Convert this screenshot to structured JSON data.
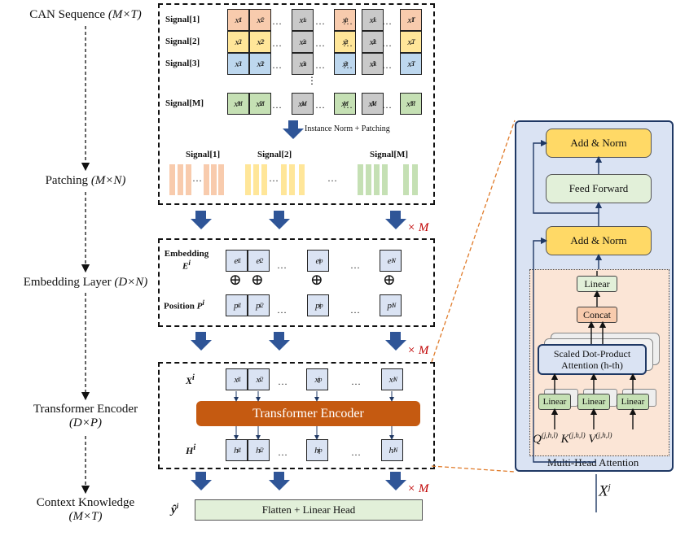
{
  "stages": {
    "can_seq": {
      "text": "CAN Sequence ",
      "dim": "(M×T)"
    },
    "patching": {
      "text": "Patching ",
      "dim": "(M×N)"
    },
    "embedding": {
      "text": "Embedding Layer ",
      "dim": "(D×N)"
    },
    "transformer": {
      "text": "Transformer Encoder",
      "dim": "(D×P)"
    },
    "context": {
      "text": "Context Knowledge",
      "dim": "(M×T)"
    }
  },
  "can_block": {
    "signal_labels": [
      "Signal[1]",
      "Signal[2]",
      "Signal[3]",
      "Signal[M]"
    ],
    "colors": {
      "orange": "#f8cbad",
      "yellow": "#ffe699",
      "blue": "#bdd7ee",
      "gray": "#c9c9c9",
      "green": "#c5e0b4"
    },
    "rows": [
      {
        "cells": [
          "x11",
          "x21",
          "xu1",
          "xt1",
          "xk1",
          "xT1"
        ]
      },
      {
        "cells": [
          "x12",
          "x22",
          "xu2",
          "xt2",
          "xk2",
          "xT2"
        ]
      },
      {
        "cells": [
          "x13",
          "x23",
          "xu3",
          "xt3",
          "xk3",
          "xT3"
        ]
      },
      {
        "cells": [
          "x1M",
          "x2M",
          "xuM",
          "xtM",
          "xkM",
          "xTM"
        ]
      }
    ],
    "norm_label": "Instance Norm + Patching"
  },
  "patch_block": {
    "labels": [
      "Signal[1]",
      "Signal[2]",
      "Signal[M]"
    ]
  },
  "times_m": "× M",
  "embed_block": {
    "embedding_label": "Embedding",
    "embedding_sym": "E",
    "position_label": "Position ",
    "position_sym": "P",
    "e_cells": [
      "e1",
      "e2",
      "ep",
      "eN"
    ],
    "p_cells": [
      "p1",
      "p2",
      "pp",
      "pN"
    ],
    "plus": "⊕"
  },
  "enc_block": {
    "x_label": "X",
    "h_label": "H",
    "x_cells": [
      "x1",
      "x2",
      "xp",
      "xN"
    ],
    "h_cells": [
      "h1",
      "h2",
      "hp",
      "hN"
    ],
    "encoder_label": "Transformer Encoder"
  },
  "head": {
    "y_label": "ŷ",
    "label": "Flatten + Linear Head"
  },
  "detail": {
    "add_norm": "Add & Norm",
    "feed_forward": "Feed Forward",
    "linear": "Linear",
    "concat": "Concat",
    "attention_line1": "Scaled Dot-Product",
    "attention_line2": "Attention (h-th)",
    "q": "Q",
    "k": "K",
    "v": "V",
    "qkv_sup": "(j,h,l)",
    "mha": "Multi-Head Attention",
    "input": "X",
    "input_sup": "j"
  }
}
